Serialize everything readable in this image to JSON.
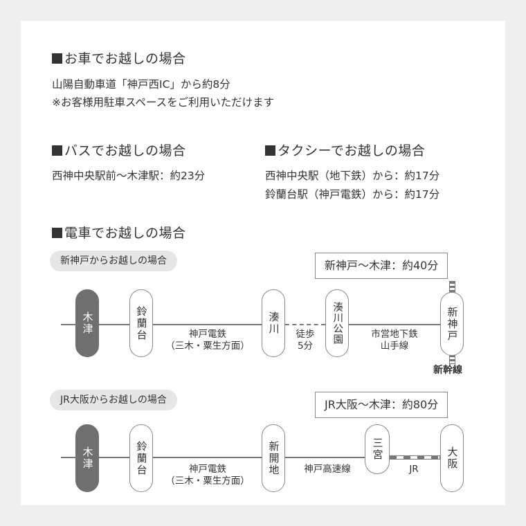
{
  "car": {
    "heading": "お車でお越しの場合",
    "line1": "山陽自動車道「神戸西IC」から約8分",
    "line2": "※お客様用駐車スペースをご利用いただけます"
  },
  "bus": {
    "heading": "バスでお越しの場合",
    "line1": "西神中央駅前〜木津駅：約23分"
  },
  "taxi": {
    "heading": "タクシーでお越しの場合",
    "line1": "西神中央駅（地下鉄）から：約17分",
    "line2": "鈴蘭台駅（神戸電鉄）から：約17分"
  },
  "train": {
    "heading": "電車でお越しの場合",
    "route1": {
      "label": "新神戸からお越しの場合",
      "time": "新神戸〜木津：約40分",
      "stations": [
        "木津",
        "鈴蘭台",
        "湊川",
        "湊川公園",
        "新神戸"
      ],
      "seg1": {
        "line1": "神戸電鉄",
        "line2": "（三木・粟生方面）"
      },
      "seg2": {
        "line1": "徒歩",
        "line2": "5分"
      },
      "seg3": {
        "line1": "市営地下鉄",
        "line2": "山手線"
      },
      "extra": "新幹線"
    },
    "route2": {
      "label": "JR大阪からお越しの場合",
      "time": "JR大阪〜木津：約80分",
      "stations": [
        "木津",
        "鈴蘭台",
        "新開地",
        "三宮",
        "大阪"
      ],
      "seg1": {
        "line1": "神戸電鉄",
        "line2": "（三木・粟生方面）"
      },
      "seg2": "神戸高速線",
      "seg3": "JR"
    }
  }
}
